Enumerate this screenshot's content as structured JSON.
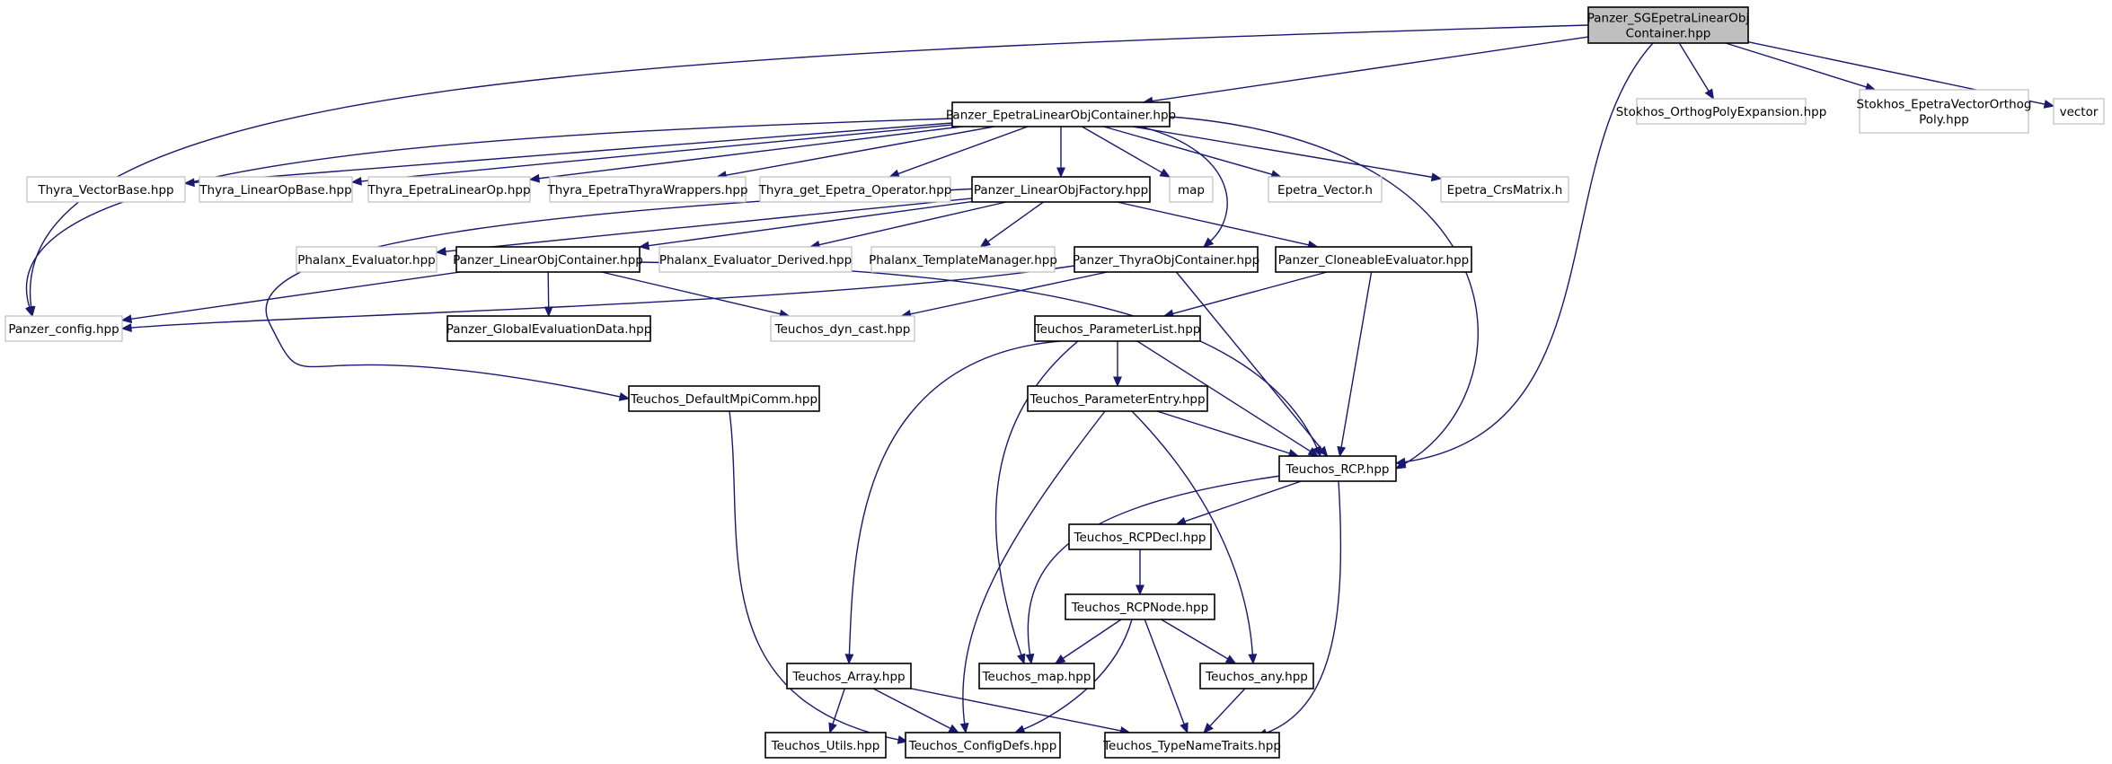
{
  "colors": {
    "edge": "#191970",
    "root_fill": "#bfbfbf",
    "node_border": "#000000",
    "external_border": "#bfbfbf",
    "background": "#ffffff"
  },
  "nodes": {
    "root": [
      "Panzer_SGEpetraLinearObj",
      "Container.hpp"
    ],
    "epetra_loc": [
      "Panzer_EpetraLinearObjContainer.hpp"
    ],
    "stokhos_ope": [
      "Stokhos_OrthogPolyExpansion.hpp"
    ],
    "stokhos_evop": [
      "Stokhos_EpetraVectorOrthog",
      "Poly.hpp"
    ],
    "vector": [
      "vector"
    ],
    "thyra_vb": [
      "Thyra_VectorBase.hpp"
    ],
    "thyra_lob": [
      "Thyra_LinearOpBase.hpp"
    ],
    "thyra_elo": [
      "Thyra_EpetraLinearOp.hpp"
    ],
    "thyra_etw": [
      "Thyra_EpetraThyraWrappers.hpp"
    ],
    "thyra_geo": [
      "Thyra_get_Epetra_Operator.hpp"
    ],
    "lof": [
      "Panzer_LinearObjFactory.hpp"
    ],
    "map": [
      "map"
    ],
    "epetra_vec": [
      "Epetra_Vector.h"
    ],
    "epetra_crs": [
      "Epetra_CrsMatrix.h"
    ],
    "phx_eval": [
      "Phalanx_Evaluator.hpp"
    ],
    "loc": [
      "Panzer_LinearObjContainer.hpp"
    ],
    "phx_eval_d": [
      "Phalanx_Evaluator_Derived.hpp"
    ],
    "phx_tm": [
      "Phalanx_TemplateManager.hpp"
    ],
    "thyra_oc": [
      "Panzer_ThyraObjContainer.hpp"
    ],
    "clone_eval": [
      "Panzer_CloneableEvaluator.hpp"
    ],
    "config": [
      "Panzer_config.hpp"
    ],
    "ged": [
      "Panzer_GlobalEvaluationData.hpp"
    ],
    "dyn_cast": [
      "Teuchos_dyn_cast.hpp"
    ],
    "plist": [
      "Teuchos_ParameterList.hpp"
    ],
    "mpi": [
      "Teuchos_DefaultMpiComm.hpp"
    ],
    "pentry": [
      "Teuchos_ParameterEntry.hpp"
    ],
    "rcp": [
      "Teuchos_RCP.hpp"
    ],
    "rcpdecl": [
      "Teuchos_RCPDecl.hpp"
    ],
    "rcpnode": [
      "Teuchos_RCPNode.hpp"
    ],
    "array": [
      "Teuchos_Array.hpp"
    ],
    "tmap": [
      "Teuchos_map.hpp"
    ],
    "any": [
      "Teuchos_any.hpp"
    ],
    "utils": [
      "Teuchos_Utils.hpp"
    ],
    "cdefs": [
      "Teuchos_ConfigDefs.hpp"
    ],
    "tnt": [
      "Teuchos_TypeNameTraits.hpp"
    ]
  },
  "edges": [
    [
      "root",
      "epetra_loc"
    ],
    [
      "root",
      "stokhos_ope"
    ],
    [
      "root",
      "stokhos_evop"
    ],
    [
      "root",
      "vector"
    ],
    [
      "root",
      "config"
    ],
    [
      "root",
      "rcp"
    ],
    [
      "epetra_loc",
      "thyra_vb"
    ],
    [
      "epetra_loc",
      "thyra_lob"
    ],
    [
      "epetra_loc",
      "thyra_elo"
    ],
    [
      "epetra_loc",
      "thyra_etw"
    ],
    [
      "epetra_loc",
      "thyra_geo"
    ],
    [
      "epetra_loc",
      "lof"
    ],
    [
      "epetra_loc",
      "map"
    ],
    [
      "epetra_loc",
      "epetra_vec"
    ],
    [
      "epetra_loc",
      "epetra_crs"
    ],
    [
      "epetra_loc",
      "config"
    ],
    [
      "epetra_loc",
      "thyra_oc"
    ],
    [
      "epetra_loc",
      "rcp"
    ],
    [
      "lof",
      "phx_eval"
    ],
    [
      "lof",
      "loc"
    ],
    [
      "lof",
      "phx_eval_d"
    ],
    [
      "lof",
      "phx_tm"
    ],
    [
      "lof",
      "clone_eval"
    ],
    [
      "lof",
      "mpi"
    ],
    [
      "loc",
      "config"
    ],
    [
      "loc",
      "ged"
    ],
    [
      "loc",
      "dyn_cast"
    ],
    [
      "loc",
      "rcp"
    ],
    [
      "thyra_oc",
      "config"
    ],
    [
      "thyra_oc",
      "dyn_cast"
    ],
    [
      "thyra_oc",
      "rcp"
    ],
    [
      "clone_eval",
      "plist"
    ],
    [
      "clone_eval",
      "rcp"
    ],
    [
      "plist",
      "pentry"
    ],
    [
      "plist",
      "rcp"
    ],
    [
      "plist",
      "array"
    ],
    [
      "plist",
      "tmap"
    ],
    [
      "pentry",
      "rcp"
    ],
    [
      "pentry",
      "any"
    ],
    [
      "pentry",
      "cdefs"
    ],
    [
      "mpi",
      "cdefs"
    ],
    [
      "rcp",
      "rcpdecl"
    ],
    [
      "rcp",
      "tmap"
    ],
    [
      "rcp",
      "tnt"
    ],
    [
      "rcpdecl",
      "rcpnode"
    ],
    [
      "rcpnode",
      "tmap"
    ],
    [
      "rcpnode",
      "any"
    ],
    [
      "rcpnode",
      "cdefs"
    ],
    [
      "rcpnode",
      "tnt"
    ],
    [
      "array",
      "utils"
    ],
    [
      "array",
      "cdefs"
    ],
    [
      "array",
      "tnt"
    ],
    [
      "any",
      "tnt"
    ]
  ]
}
